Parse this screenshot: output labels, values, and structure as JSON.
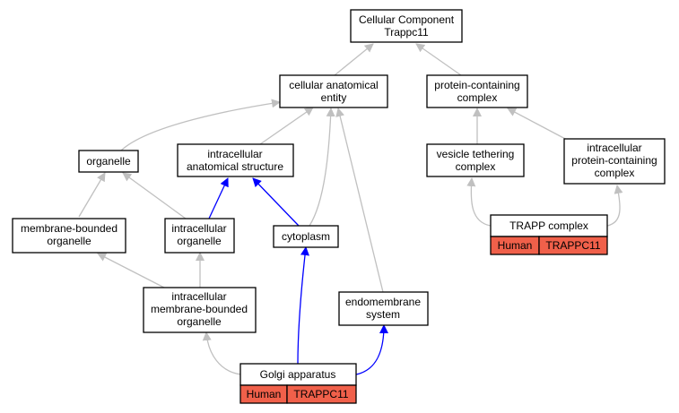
{
  "colors": {
    "gray_edge": "#c0c0c0",
    "blue_edge": "#0000ff",
    "tag_fill": "#f0604a",
    "node_fill": "#ffffff",
    "node_stroke": "#000000"
  },
  "nodes": {
    "root": [
      "Cellular Component",
      "Trappc11"
    ],
    "cae": [
      "cellular anatomical",
      "entity"
    ],
    "pcc": [
      "protein-containing",
      "complex"
    ],
    "organelle": [
      "organelle"
    ],
    "ias": [
      "intracellular",
      "anatomical structure"
    ],
    "vtc": [
      "vesicle tethering",
      "complex"
    ],
    "ipcc": [
      "intracellular",
      "protein-containing",
      "complex"
    ],
    "mbo": [
      "membrane-bounded",
      "organelle"
    ],
    "io": [
      "intracellular",
      "organelle"
    ],
    "cytoplasm": [
      "cytoplasm"
    ],
    "trapp": [
      "TRAPP complex"
    ],
    "imbo": [
      "intracellular",
      "membrane-bounded",
      "organelle"
    ],
    "endo": [
      "endomembrane",
      "system"
    ],
    "golgi": [
      "Golgi apparatus"
    ]
  },
  "annotations": {
    "trapp": {
      "species": "Human",
      "gene": "TRAPPC11"
    },
    "golgi": {
      "species": "Human",
      "gene": "TRAPPC11"
    }
  }
}
